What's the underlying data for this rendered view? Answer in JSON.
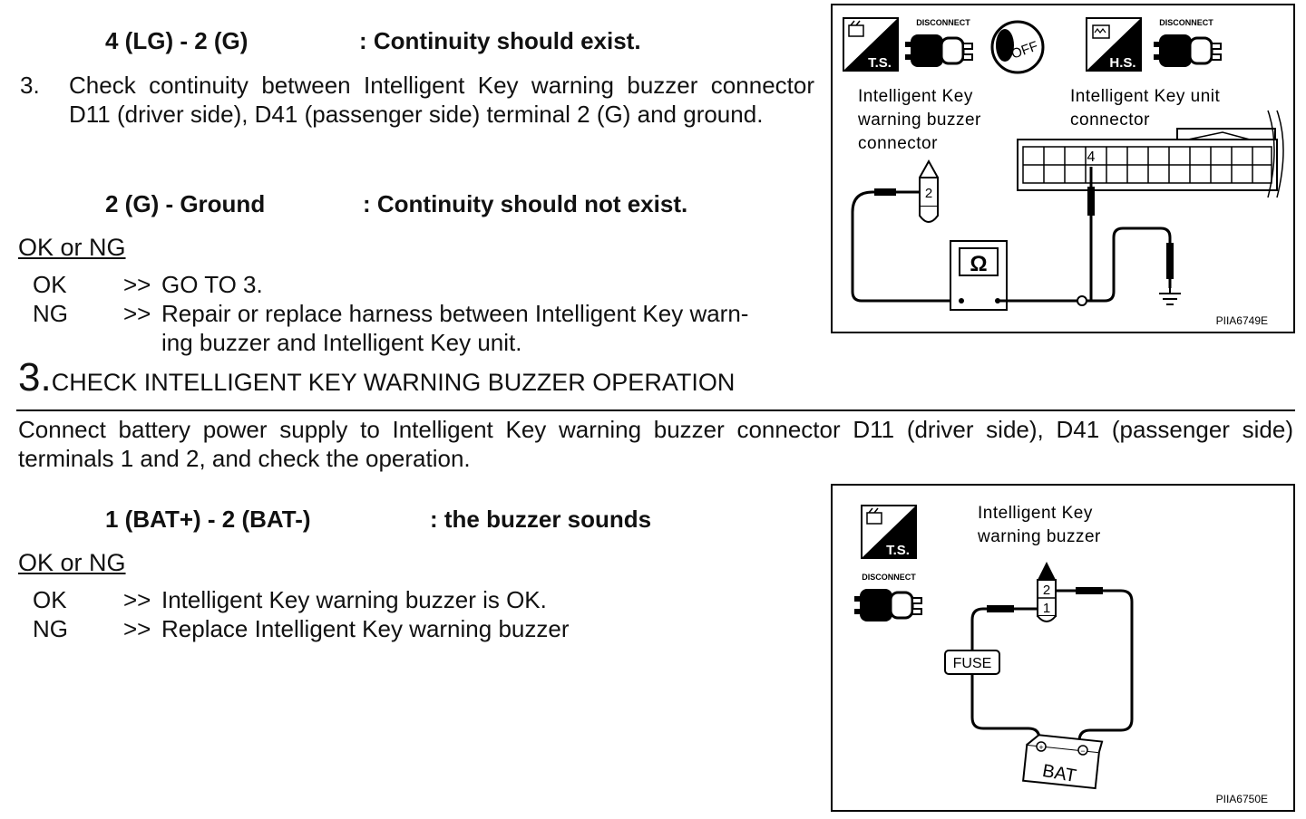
{
  "step2": {
    "spec1_left": "4 (LG) - 2 (G)",
    "spec1_right": ": Continuity should exist.",
    "item_number": "3.",
    "item_text": "Check continuity between Intelligent Key warning buzzer connector D11 (driver side), D41 (passenger side) terminal 2 (G) and ground.",
    "spec2_left": "2 (G) - Ground",
    "spec2_right": ": Continuity should not exist.",
    "ok_ng_label": "OK or NG",
    "ok_key": "OK",
    "ok_arrow": ">>",
    "ok_text": "GO TO 3.",
    "ng_key": "NG",
    "ng_arrow": ">>",
    "ng_text_line1": "Repair or replace harness between Intelligent Key warn-",
    "ng_text_line2": "ing buzzer and Intelligent Key unit."
  },
  "step3": {
    "number": "3.",
    "title": "CHECK INTELLIGENT KEY WARNING BUZZER OPERATION",
    "instruction": "Connect battery power supply to Intelligent Key warning buzzer connector D11 (driver side), D41 (passenger side) terminals 1 and 2, and check the operation.",
    "spec_left": "1 (BAT+) - 2 (BAT-)",
    "spec_right": ": the buzzer sounds",
    "ok_ng_label": "OK or NG",
    "ok_key": "OK",
    "ok_arrow": ">>",
    "ok_text": "Intelligent Key warning buzzer is OK.",
    "ng_key": "NG",
    "ng_arrow": ">>",
    "ng_text": "Replace Intelligent Key warning buzzer"
  },
  "figure1": {
    "ts": "T.S.",
    "hs": "H.S.",
    "disconnect_1": "DISCONNECT",
    "disconnect_2": "DISCONNECT",
    "off": "OFF",
    "buzzer_label_1": "Intelligent Key",
    "buzzer_label_2": "warning buzzer",
    "buzzer_label_3": "connector",
    "unit_label_1": "Intelligent Key unit",
    "unit_label_2": "connector",
    "terminal_unit": "4",
    "terminal_buzzer": "2",
    "ohm": "Ω",
    "code": "PIIA6749E"
  },
  "figure2": {
    "ts": "T.S.",
    "disconnect": "DISCONNECT",
    "buzzer_label_1": "Intelligent Key",
    "buzzer_label_2": "warning buzzer",
    "terminal_top": "2",
    "terminal_bottom": "1",
    "fuse": "FUSE",
    "bat": "BAT",
    "plus": "+",
    "minus": "−",
    "code": "PIIA6750E"
  }
}
